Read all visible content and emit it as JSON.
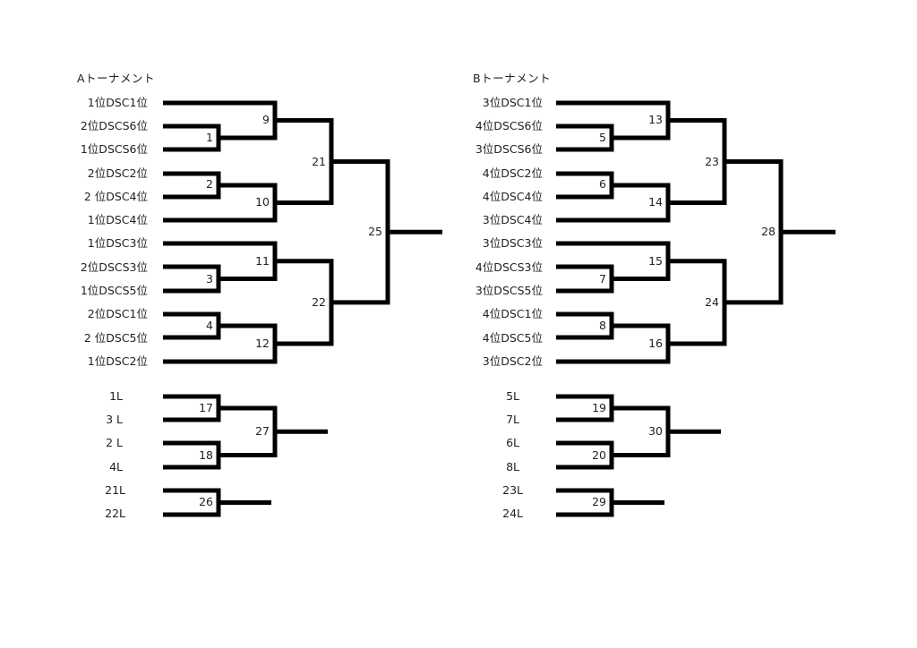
{
  "colors": {
    "line": "#000000",
    "text": "#222222",
    "background": "#ffffff"
  },
  "brackets": [
    {
      "title": "Aトーナメント",
      "seeds": [
        "1位DSC1位",
        "2位DSCS6位",
        "1位DSCS6位",
        "2位DSC2位",
        "2 位DSC4位",
        "1位DSC4位",
        "1位DSC3位",
        "2位DSCS3位",
        "1位DSCS5位",
        "2位DSC1位",
        "2 位DSC5位",
        "1位DSC2位"
      ],
      "matches": {
        "r1": [
          "1",
          "2",
          "3",
          "4"
        ],
        "r2": [
          "9",
          "10",
          "11",
          "12"
        ],
        "r3": [
          "21",
          "22"
        ],
        "final": "25"
      },
      "consolation": {
        "seeds": [
          "1L",
          "3 L",
          "2 L",
          "4L"
        ],
        "semis": [
          "17",
          "18"
        ],
        "final": "27"
      },
      "third": {
        "seeds": [
          "21L",
          "22L"
        ],
        "match": "26"
      }
    },
    {
      "title": "Bトーナメント",
      "seeds": [
        "3位DSC1位",
        "4位DSCS6位",
        "3位DSCS6位",
        "4位DSC2位",
        "4位DSC4位",
        "3位DSC4位",
        "3位DSC3位",
        "4位DSCS3位",
        "3位DSCS5位",
        "4位DSC1位",
        "4位DSC5位",
        "3位DSC2位"
      ],
      "matches": {
        "r1": [
          "5",
          "6",
          "7",
          "8"
        ],
        "r2": [
          "13",
          "14",
          "15",
          "16"
        ],
        "r3": [
          "23",
          "24"
        ],
        "final": "28"
      },
      "consolation": {
        "seeds": [
          "5L",
          "7L",
          "6L",
          "8L"
        ],
        "semis": [
          "19",
          "20"
        ],
        "final": "30"
      },
      "third": {
        "seeds": [
          "23L",
          "24L"
        ],
        "match": "29"
      }
    }
  ]
}
